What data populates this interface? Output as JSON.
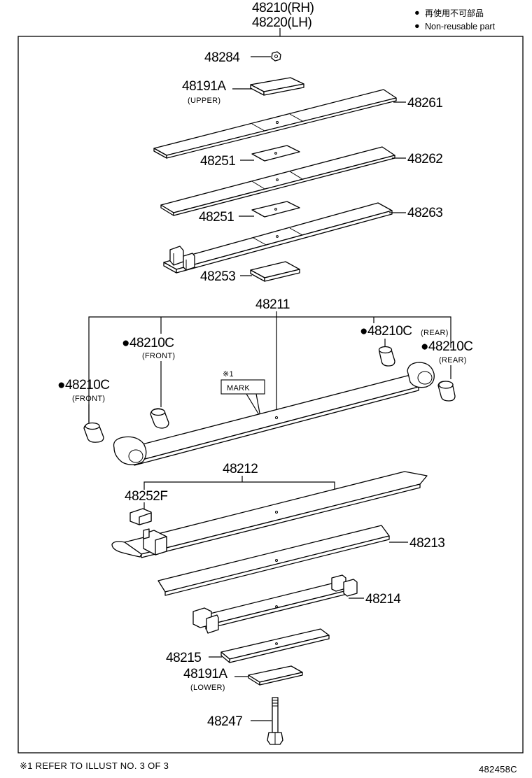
{
  "header": {
    "assembly_rh": "48210(RH)",
    "assembly_lh": "48220(LH)"
  },
  "legend": {
    "bullet": "●",
    "line_jp": "再使用不可部品",
    "line_en": "Non-reusable part"
  },
  "parts": {
    "p48284": "48284",
    "p48191A_upper": "48191A",
    "upper_note": "(UPPER)",
    "p48261": "48261",
    "p48251_a": "48251",
    "p48262": "48262",
    "p48251_b": "48251",
    "p48263": "48263",
    "p48253": "48253",
    "p48211": "48211",
    "p48210C_rear_top": "●48210C",
    "rear_note_top": "(REAR)",
    "p48210C_rear_right": "●48210C",
    "rear_note_right": "(REAR)",
    "p48210C_front_mid": "●48210C",
    "front_note_mid": "(FRONT)",
    "p48210C_front_left": "●48210C",
    "front_note_left": "(FRONT)",
    "ref_mark": "※1",
    "mark_label": "MARK",
    "p48212": "48212",
    "p48252F": "48252F",
    "p48213": "48213",
    "p48214": "48214",
    "p48215": "48215",
    "p48191A_lower": "48191A",
    "lower_note": "(LOWER)",
    "p48247": "48247"
  },
  "footer": {
    "note": "※1 REFER TO ILLUST NO. 3 OF 3",
    "illust_code": "482458C"
  }
}
